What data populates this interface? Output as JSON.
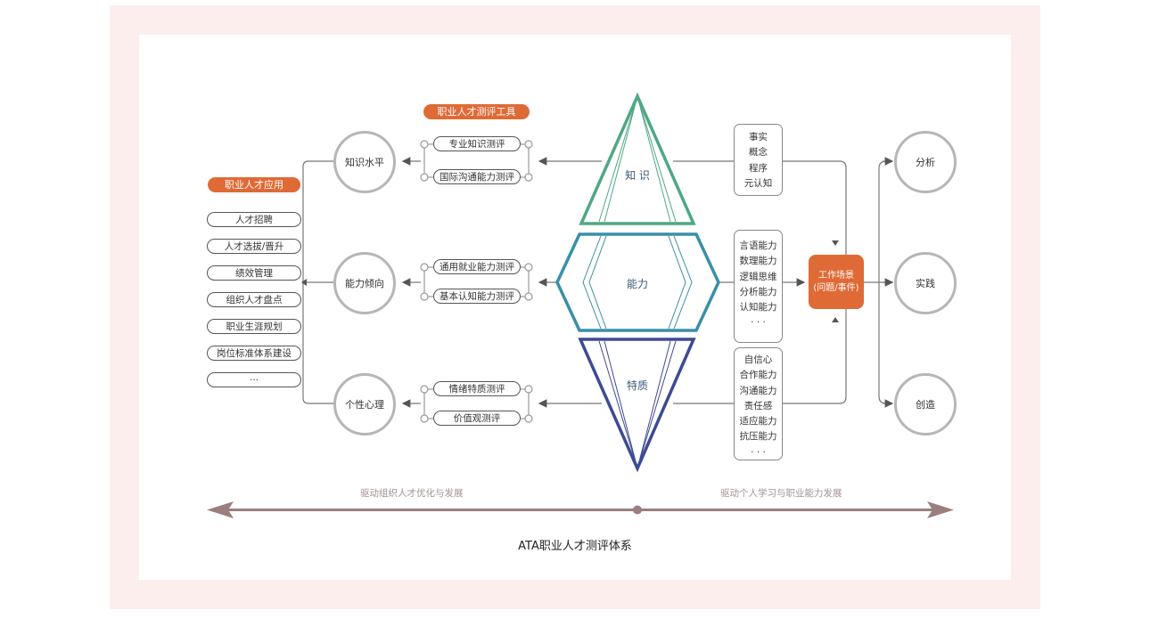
{
  "title": "ATA职业人才测评体系",
  "colors": {
    "accent_orange": "#e06a36",
    "knowledge_green": "#4fa882",
    "ability_teal": "#3a8fa8",
    "trait_navy": "#3d4a94",
    "axis_brown": "#9b7e7e",
    "frame_pink": "#fbeeed"
  },
  "applications": {
    "header": "职业人才应用",
    "items": [
      "人才招聘",
      "人才选拔/晋升",
      "绩效管理",
      "组织人才盘点",
      "职业生涯规划",
      "岗位标准体系建设",
      "···"
    ]
  },
  "levels": [
    "知识水平",
    "能力倾向",
    "个性心理"
  ],
  "tools": {
    "header": "职业人才测评工具",
    "groups": [
      [
        "专业知识测评",
        "国际沟通能力测评"
      ],
      [
        "通用就业能力测评",
        "基本认知能力测评"
      ],
      [
        "情绪特质测评",
        "价值观测评"
      ]
    ]
  },
  "core": {
    "knowledge": "知 识",
    "ability": "能力",
    "trait": "特质"
  },
  "components": {
    "knowledge": [
      "事实",
      "概念",
      "程序",
      "元认知"
    ],
    "ability": [
      "言语能力",
      "数理能力",
      "逻辑思维",
      "分析能力",
      "认知能力",
      "· · ·"
    ],
    "trait": [
      "自信心",
      "合作能力",
      "沟通能力",
      "责任感",
      "适应能力",
      "抗压能力",
      "· · ·"
    ]
  },
  "scene": {
    "line1": "工作场景",
    "line2": "(问题/事件)"
  },
  "outcomes": [
    "分析",
    "实践",
    "创造"
  ],
  "axis": {
    "left_caption": "驱动组织人才优化与发展",
    "right_caption": "驱动个人学习与职业能力发展"
  }
}
